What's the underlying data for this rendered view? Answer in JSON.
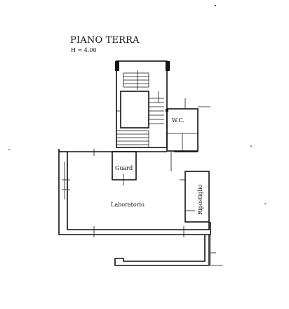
{
  "header": {
    "title": "PIANO TERRA",
    "height_label": "H = 4.00"
  },
  "rooms": {
    "wc": "W.C.",
    "guard": "Guard",
    "lab": "Laboratorio",
    "storage": "Ripostiglio"
  }
}
